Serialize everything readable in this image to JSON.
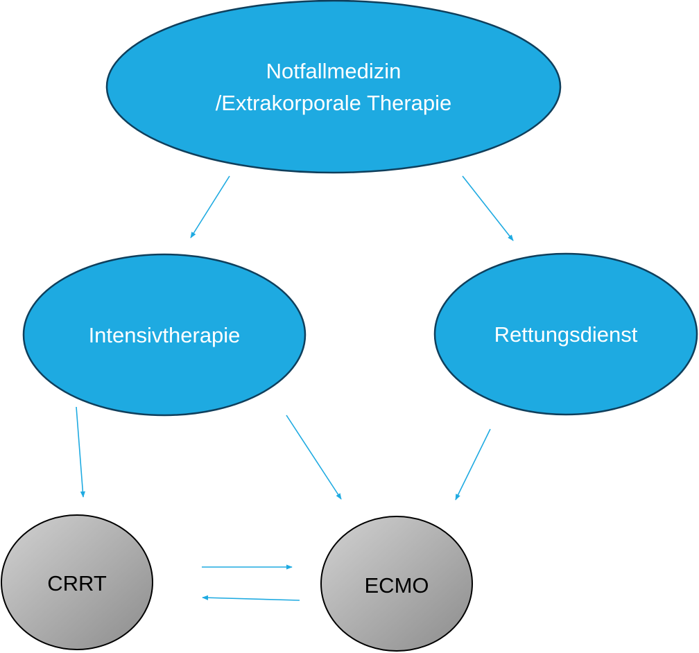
{
  "diagram": {
    "nodes": {
      "top": {
        "line1": "Notfallmedizin",
        "line2": "/Extrakorporale Therapie"
      },
      "intensiv": {
        "label": "Intensivtherapie"
      },
      "rettung": {
        "label": "Rettungsdienst"
      },
      "crrt": {
        "label": "CRRT"
      },
      "ecmo": {
        "label": "ECMO"
      }
    },
    "edges": [
      {
        "from": "Notfallmedizin /Extrakorporale Therapie",
        "to": "Intensivtherapie"
      },
      {
        "from": "Notfallmedizin /Extrakorporale Therapie",
        "to": "Rettungsdienst"
      },
      {
        "from": "Intensivtherapie",
        "to": "CRRT"
      },
      {
        "from": "Intensivtherapie",
        "to": "ECMO"
      },
      {
        "from": "Rettungsdienst",
        "to": "ECMO"
      },
      {
        "from": "CRRT",
        "to": "ECMO"
      },
      {
        "from": "ECMO",
        "to": "CRRT"
      }
    ],
    "colors": {
      "blue_fill": "#1eaae1",
      "blue_stroke": "#0f3f5c",
      "gray_light": "#d2d2d2",
      "gray_dark": "#8c8c8c",
      "gray_stroke": "#000000",
      "arrow": "#1eaae1"
    }
  }
}
